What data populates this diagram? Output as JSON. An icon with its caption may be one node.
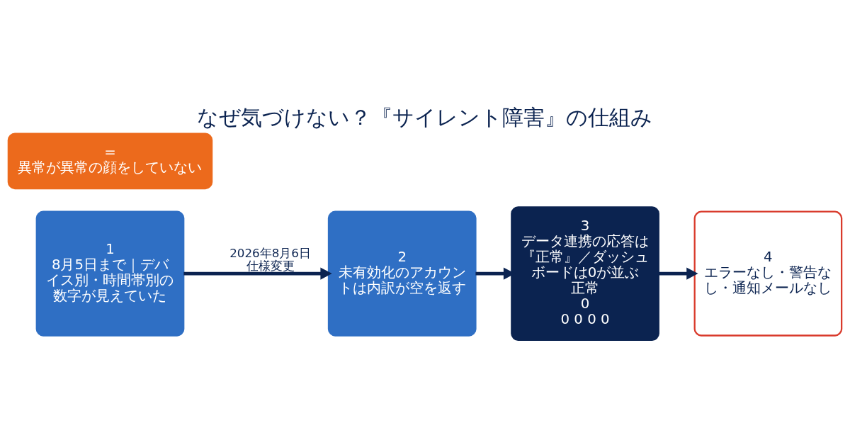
{
  "diagram": {
    "title": "なぜ気づけない？『サイレント障害』の仕組み",
    "nodes": [
      {
        "text": [
          "1",
          "8月5日まで｜デバイス別・時間帯別の数字が見えていた"
        ]
      },
      {
        "text": [
          "2",
          "未有効化のアカウントは内訳が空を返す"
        ]
      },
      {
        "text": [
          "3",
          "データ連携の応答は『正常』／ダッシュボードは0が並ぶ",
          "正常",
          "0",
          "0 0 0 0"
        ]
      },
      {
        "text": [
          "4",
          "エラーなし・警告なし・通知メールなし"
        ]
      },
      {
        "text": [
          "=",
          "異常が異常の顔をしていない"
        ]
      }
    ],
    "edges": [
      {
        "from": 0,
        "to": 1,
        "arrow": "to",
        "label": "2026年8月6日仕様変更"
      },
      {
        "from": 1,
        "to": 2,
        "arrow": "to"
      },
      {
        "from": 2,
        "to": 3,
        "arrow": "to"
      }
    ]
  }
}
